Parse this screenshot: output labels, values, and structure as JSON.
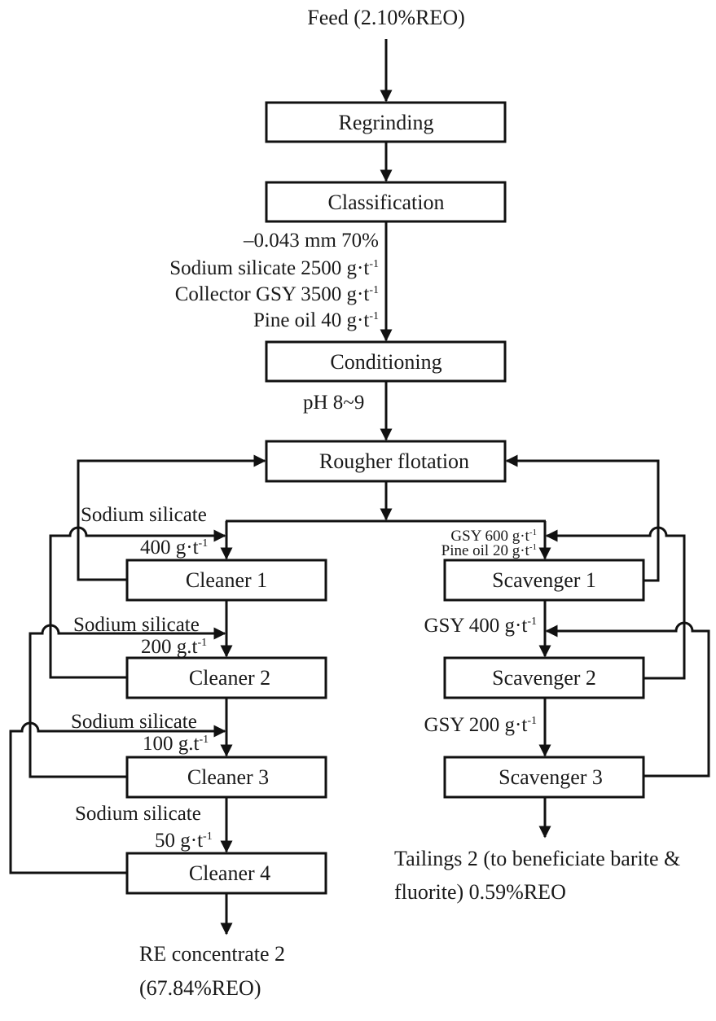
{
  "feed": {
    "label": "Feed (2.10%REO)"
  },
  "units": {
    "regrinding": "Regrinding",
    "classification": "Classification",
    "conditioning": "Conditioning",
    "rougher": "Rougher flotation",
    "cleaner1": "Cleaner 1",
    "cleaner2": "Cleaner 2",
    "cleaner3": "Cleaner 3",
    "cleaner4": "Cleaner 4",
    "scavenger1": "Scavenger 1",
    "scavenger2": "Scavenger 2",
    "scavenger3": "Scavenger 3"
  },
  "conditions": {
    "classification": [
      "–0.043 mm 70%",
      "Sodium silicate 2500 g·t",
      "Collector GSY 3500 g·t",
      "Pine oil 40 g·t"
    ],
    "unit_sup": "-1",
    "rougher_ph": "pH 8~9",
    "cleaner1": [
      "Sodium silicate",
      "400 g·t"
    ],
    "cleaner2": [
      "Sodium silicate",
      "200 g.t"
    ],
    "cleaner3": [
      "Sodium silicate",
      "100 g.t"
    ],
    "cleaner4": [
      "Sodium silicate",
      "50 g·t"
    ],
    "scavenger1": [
      "GSY 600 g·t",
      "Pine oil 20 g·t"
    ],
    "scavenger2": "GSY 400 g·t",
    "scavenger3": "GSY 200 g·t"
  },
  "products": {
    "concentrate": [
      "RE concentrate 2",
      "(67.84%REO)"
    ],
    "tailings": [
      "Tailings 2 (to beneficiate barite &",
      "fluorite) 0.59%REO"
    ]
  }
}
